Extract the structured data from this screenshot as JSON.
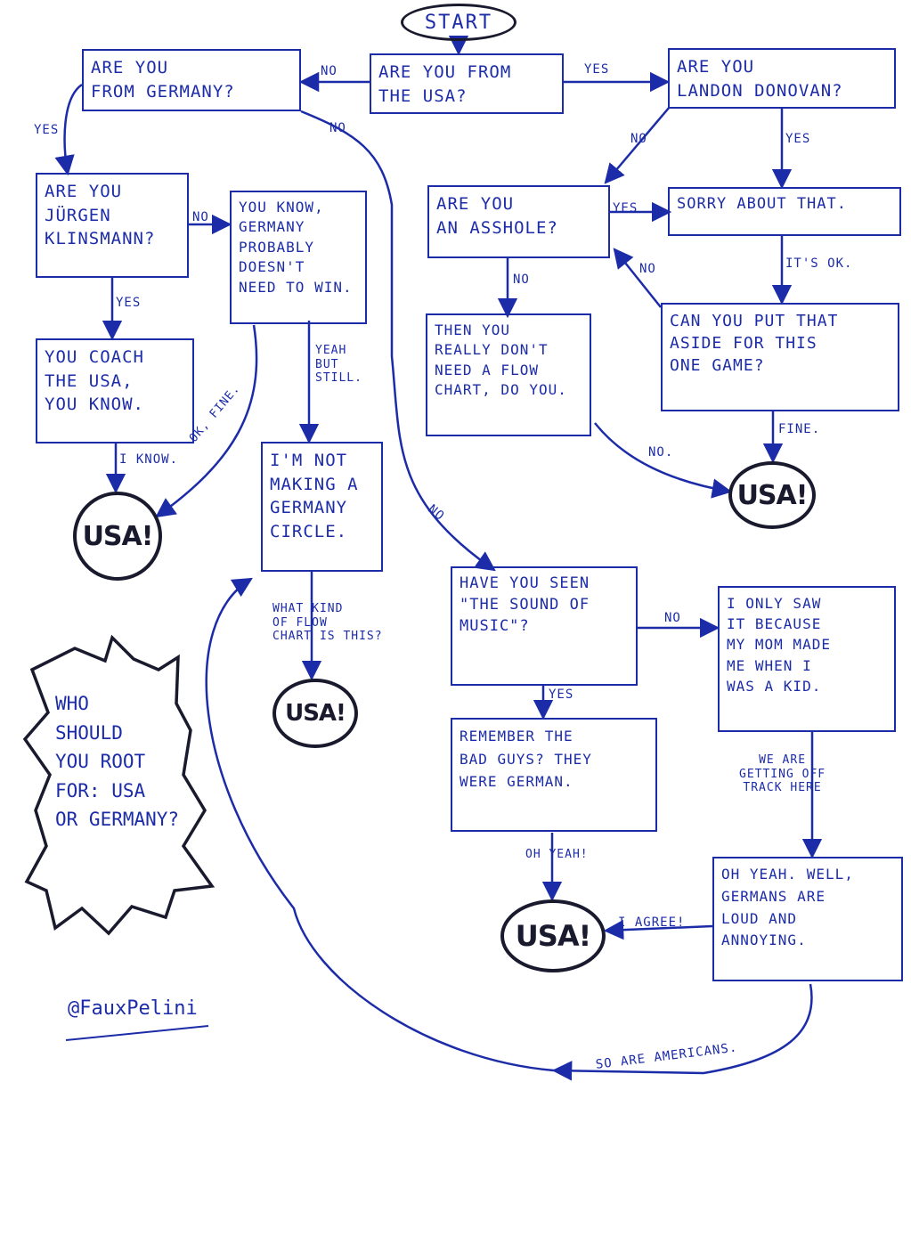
{
  "start": "START",
  "nodes": {
    "from_usa": "ARE YOU FROM\nTHE USA?",
    "from_germany": "ARE YOU\nFROM GERMANY?",
    "landon": "ARE YOU\nLANDON DONOVAN?",
    "klinsmann": "ARE YOU\nJÜRGEN\nKLINSMANN?",
    "germany_win": "YOU KNOW,\nGERMANY\nPROBABLY\nDOESN'T\nNEED TO WIN.",
    "asshole": "ARE YOU\nAN ASSHOLE?",
    "sorry": "SORRY ABOUT THAT.",
    "coach": "YOU COACH\nTHE USA,\nYOU KNOW.",
    "not_making": "I'M NOT\nMAKING A\nGERMANY\nCIRCLE.",
    "flow_chart": "THEN YOU\nREALLY DON'T\nNEED A FLOW\nCHART, DO YOU.",
    "put_aside": "CAN YOU PUT THAT\nASIDE FOR THIS\nONE GAME?",
    "sound_of_music": "HAVE YOU SEEN\n\"THE SOUND OF\nMUSIC\"?",
    "mom": "I ONLY SAW\nIT BECAUSE\nMY MOM MADE\nME WHEN I\nWAS A KID.",
    "bad_guys": "REMEMBER THE\nBAD GUYS? THEY\nWERE GERMAN.",
    "loud": "OH YEAH. WELL,\nGERMANS ARE\nLOUD AND\nANNOYING."
  },
  "usa_label": "USA!",
  "edge_labels": {
    "no_germany": "NO",
    "yes_landon": "YES",
    "yes_klinsmann": "YES",
    "no_from_germany": "NO",
    "no_landon": "NO",
    "yes_sorry": "YES",
    "no_klinsmann": "NO",
    "yes_coach": "YES",
    "yeah_but": "YEAH\nBUT\nSTILL.",
    "no_asshole": "NO",
    "its_ok": "IT'S OK.",
    "no_put_aside": "NO",
    "i_know": "I KNOW.",
    "ok_fine": "OK, FINE.",
    "fine": "FINE.",
    "no_flow": "NO.",
    "no_sound": "NO",
    "what_kind": "WHAT KIND\nOF FLOW\nCHART IS THIS?",
    "no_music": "NO",
    "yes_music": "YES",
    "off_track": "WE ARE\nGETTING OFF\nTRACK HERE",
    "oh_yeah": "OH YEAH!",
    "i_agree": "I AGREE!",
    "so_are": "SO ARE AMERICANS."
  },
  "burst_text": "WHO\nSHOULD\nYOU ROOT\nFOR: USA\nOR GERMANY?",
  "credit": "@FauxPelini",
  "colors": {
    "ink": "#1c2ca8",
    "dark": "#1a1a2e"
  }
}
